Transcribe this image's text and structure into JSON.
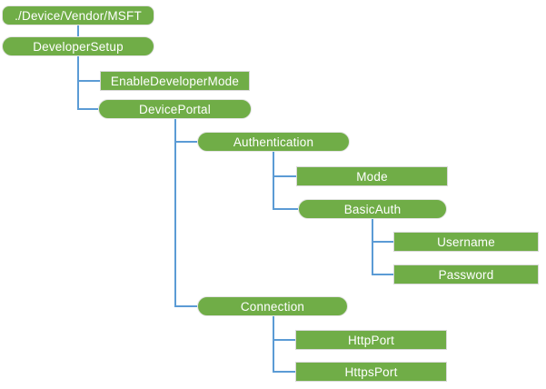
{
  "diagram": {
    "type": "tree",
    "nodes": {
      "root": {
        "label": "./Device/Vendor/MSFT",
        "shape": "rounded"
      },
      "developer_setup": {
        "label": "DeveloperSetup",
        "shape": "rounded"
      },
      "enable_developer_mode": {
        "label": "EnableDeveloperMode",
        "shape": "rect"
      },
      "device_portal": {
        "label": "DevicePortal",
        "shape": "rounded"
      },
      "authentication": {
        "label": "Authentication",
        "shape": "rounded"
      },
      "mode": {
        "label": "Mode",
        "shape": "rect"
      },
      "basic_auth": {
        "label": "BasicAuth",
        "shape": "rounded"
      },
      "username": {
        "label": "Username",
        "shape": "rect"
      },
      "password": {
        "label": "Password",
        "shape": "rect"
      },
      "connection": {
        "label": "Connection",
        "shape": "rounded"
      },
      "http_port": {
        "label": "HttpPort",
        "shape": "rect"
      },
      "https_port": {
        "label": "HttpsPort",
        "shape": "rect"
      }
    },
    "hierarchy": {
      "root": [
        "developer_setup"
      ],
      "developer_setup": [
        "enable_developer_mode",
        "device_portal"
      ],
      "device_portal": [
        "authentication",
        "connection"
      ],
      "authentication": [
        "mode",
        "basic_auth"
      ],
      "basic_auth": [
        "username",
        "password"
      ],
      "connection": [
        "http_port",
        "https_port"
      ]
    }
  },
  "colors": {
    "node_fill": "#70AD47",
    "node_text": "#FFFFFF",
    "connector": "#5B9BD5",
    "leaf_border": "#D9D9D9",
    "background": "#FFFFFF"
  }
}
